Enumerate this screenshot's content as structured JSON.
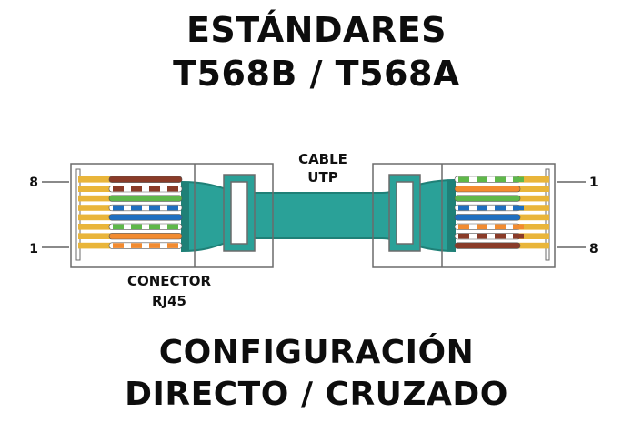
{
  "title_top": {
    "line1": "ESTÁNDARES",
    "line2": "T568B / T568A"
  },
  "title_bottom": {
    "line1": "CONFIGURACIÓN",
    "line2": "DIRECTO / CRUZADO"
  },
  "labels": {
    "cable_line1": "CABLE",
    "cable_line2": "UTP",
    "connector_line1": "CONECTOR",
    "connector_line2": "RJ45",
    "left_pin_top": "8",
    "left_pin_bottom": "1",
    "right_pin_top": "1",
    "right_pin_bottom": "8"
  },
  "colors": {
    "cable": "#2aa198",
    "cable_dark": "#1f8077",
    "orange": "#f28b30",
    "green": "#5fb84a",
    "blue": "#1f6fc0",
    "brown": "#8a3b28",
    "pin_gold": "#e9b53a",
    "outline": "#6b6b6b"
  },
  "wires_left": [
    "brown",
    "brown-white",
    "green",
    "blue-white",
    "blue",
    "green-white",
    "orange",
    "orange-white"
  ],
  "wires_right": [
    "green-white",
    "orange",
    "green",
    "blue-white",
    "blue",
    "orange-white",
    "brown-white",
    "brown"
  ]
}
